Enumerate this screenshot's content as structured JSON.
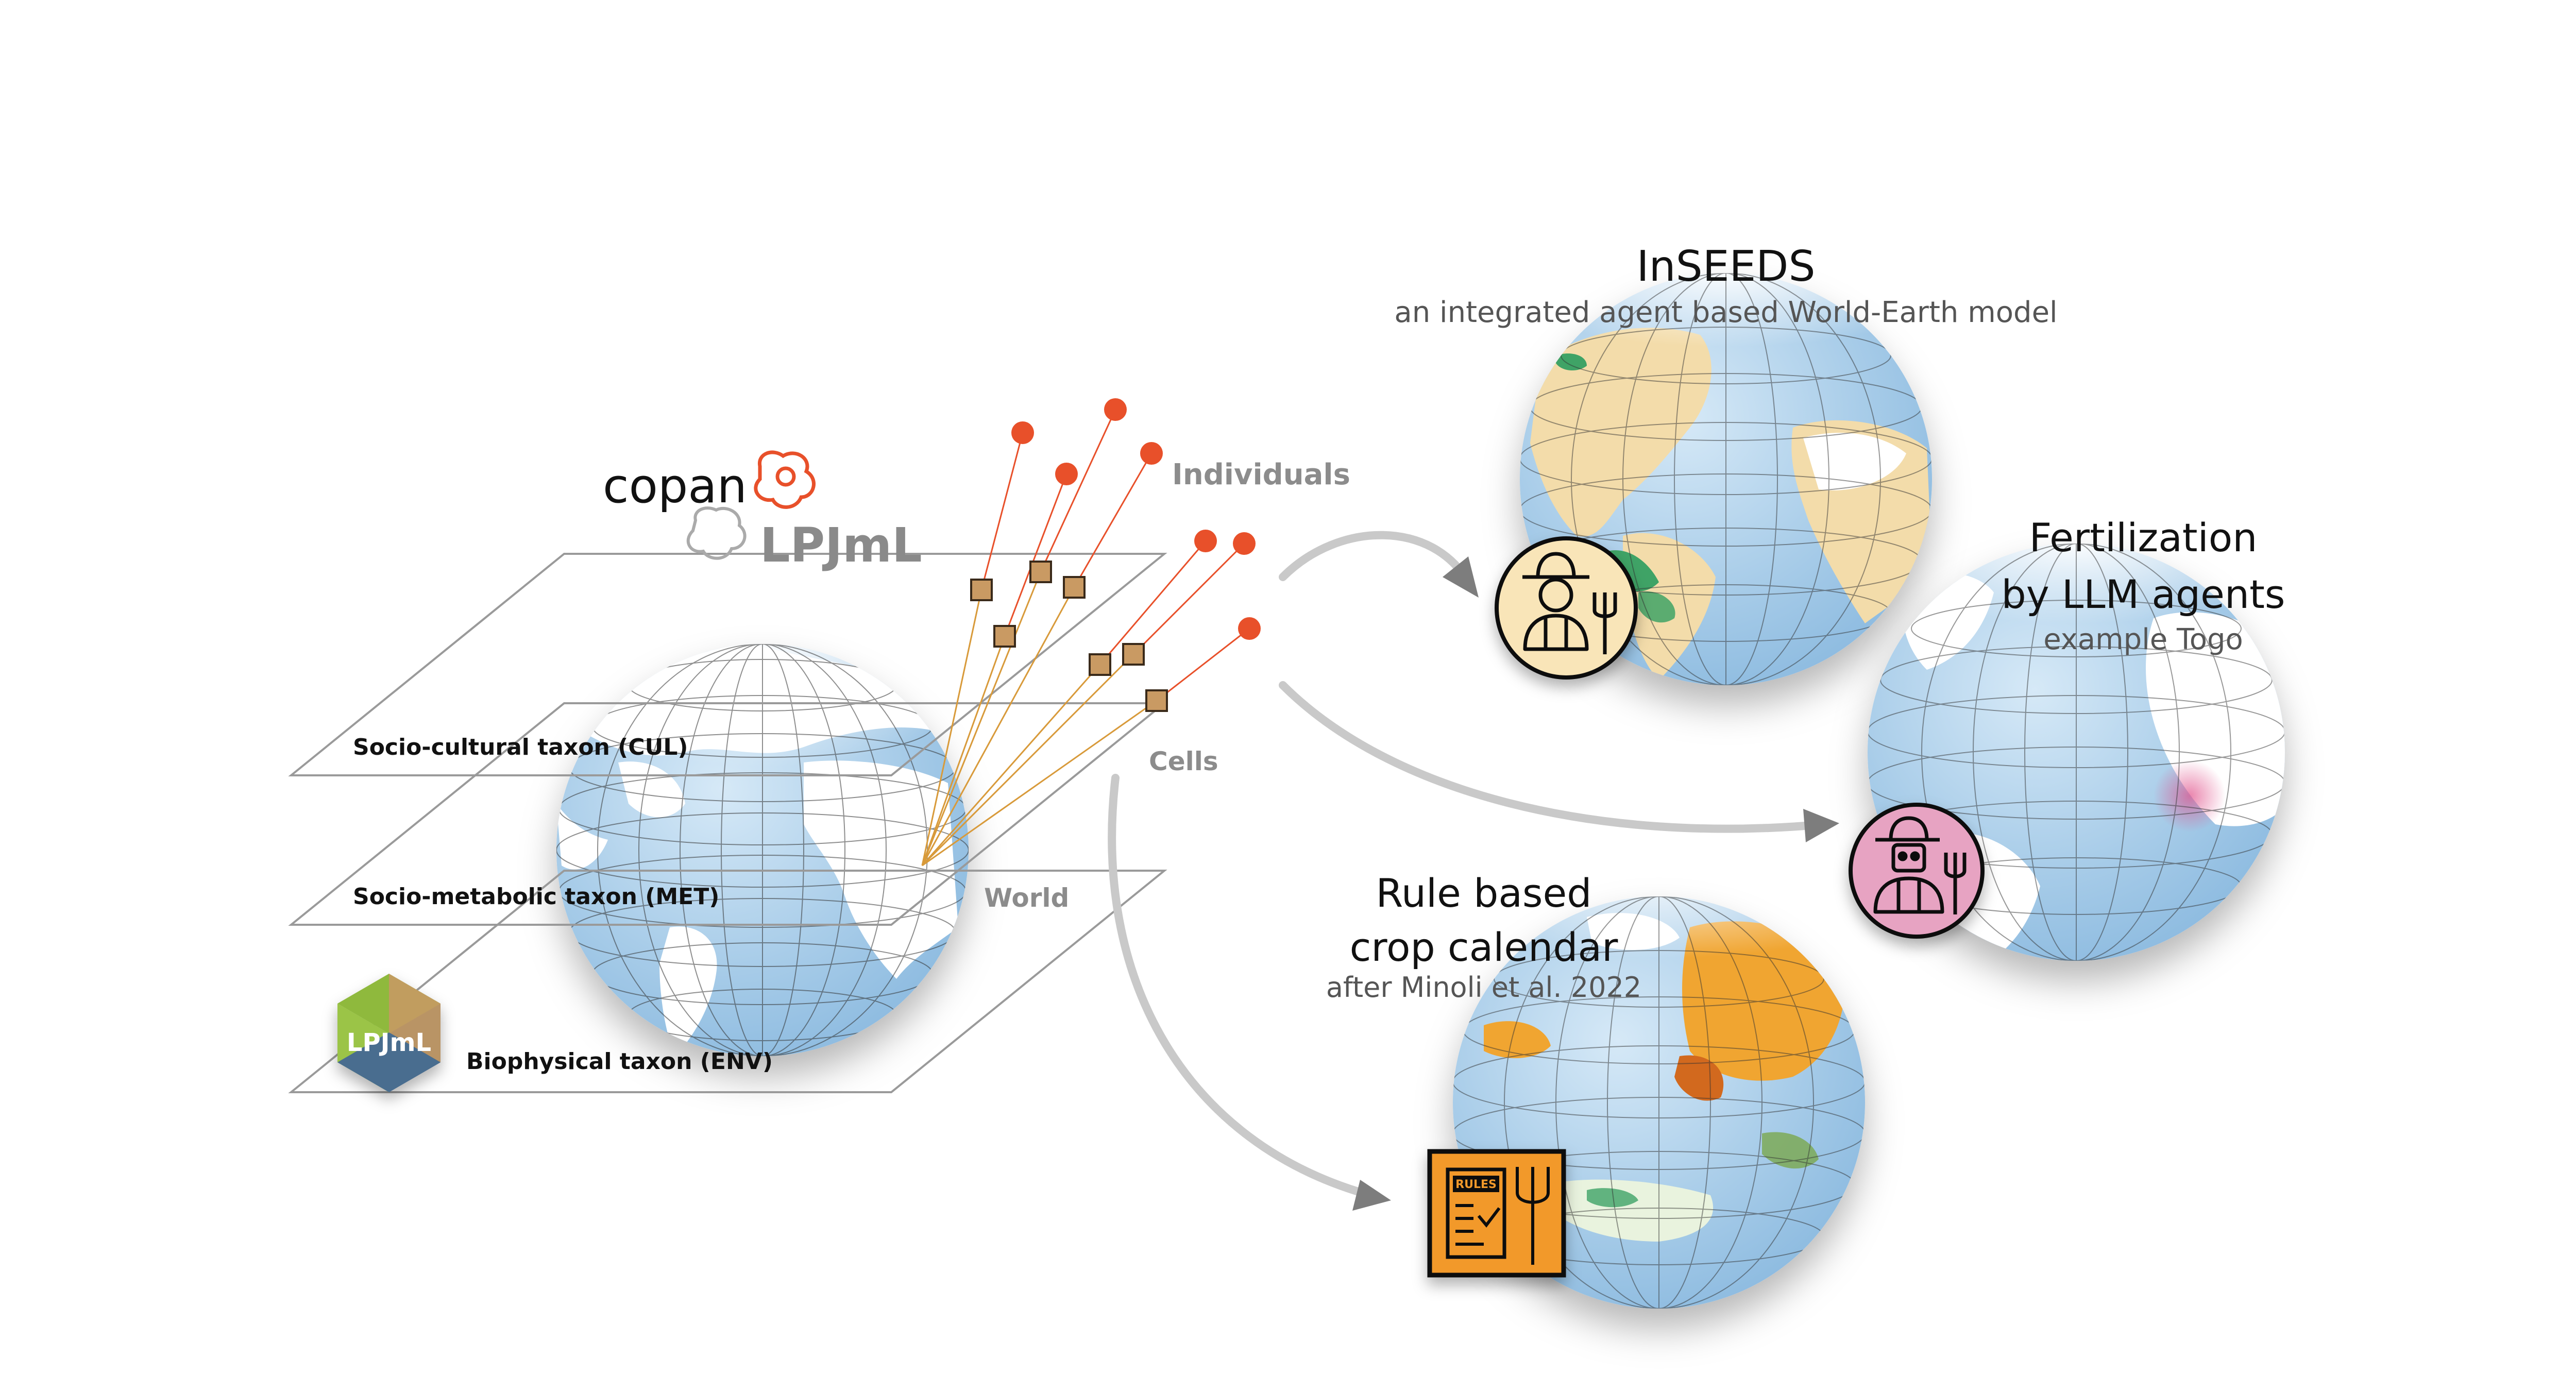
{
  "framework": {
    "brand_copan": "copan",
    "brand_lpjml": "LPJmL",
    "badge_lpjml": "LPJmL",
    "layers": [
      {
        "label": "Socio-cultural taxon (CUL)"
      },
      {
        "label": "Socio-metabolic taxon (MET)"
      },
      {
        "label": "Biophysical taxon (ENV)"
      }
    ],
    "labels": {
      "individuals": "Individuals",
      "cells": "Cells",
      "world": "World"
    }
  },
  "panels": {
    "inseeds": {
      "title": "InSEEDS",
      "subtitle": "an integrated agent based World-Earth model"
    },
    "fertilization": {
      "title_line1": "Fertilization",
      "title_line2": "by LLM agents",
      "subtitle": "example Togo"
    },
    "rules": {
      "title_line1": "Rule based",
      "title_line2": "crop calendar",
      "subtitle": "after Minoli et al. 2022",
      "icon_text": "RULES"
    }
  },
  "colors": {
    "ocean": "#a9cde9",
    "land_white": "#ffffff",
    "land_tan": "#f3dcaa",
    "crop_green": "#3fa366",
    "crop_orange": "#f0a531",
    "individual": "#e8502a",
    "cell": "#c99a63",
    "arrow": "#c9c9c9",
    "farmer_bg": "#f9e5b8",
    "llm_bg": "#e7a3c2",
    "rules_bg": "#f2992b"
  },
  "icons": [
    "farmer-icon",
    "robot-farmer-icon",
    "rules-fork-icon",
    "copan-logo",
    "lpjml-cube-logo"
  ]
}
